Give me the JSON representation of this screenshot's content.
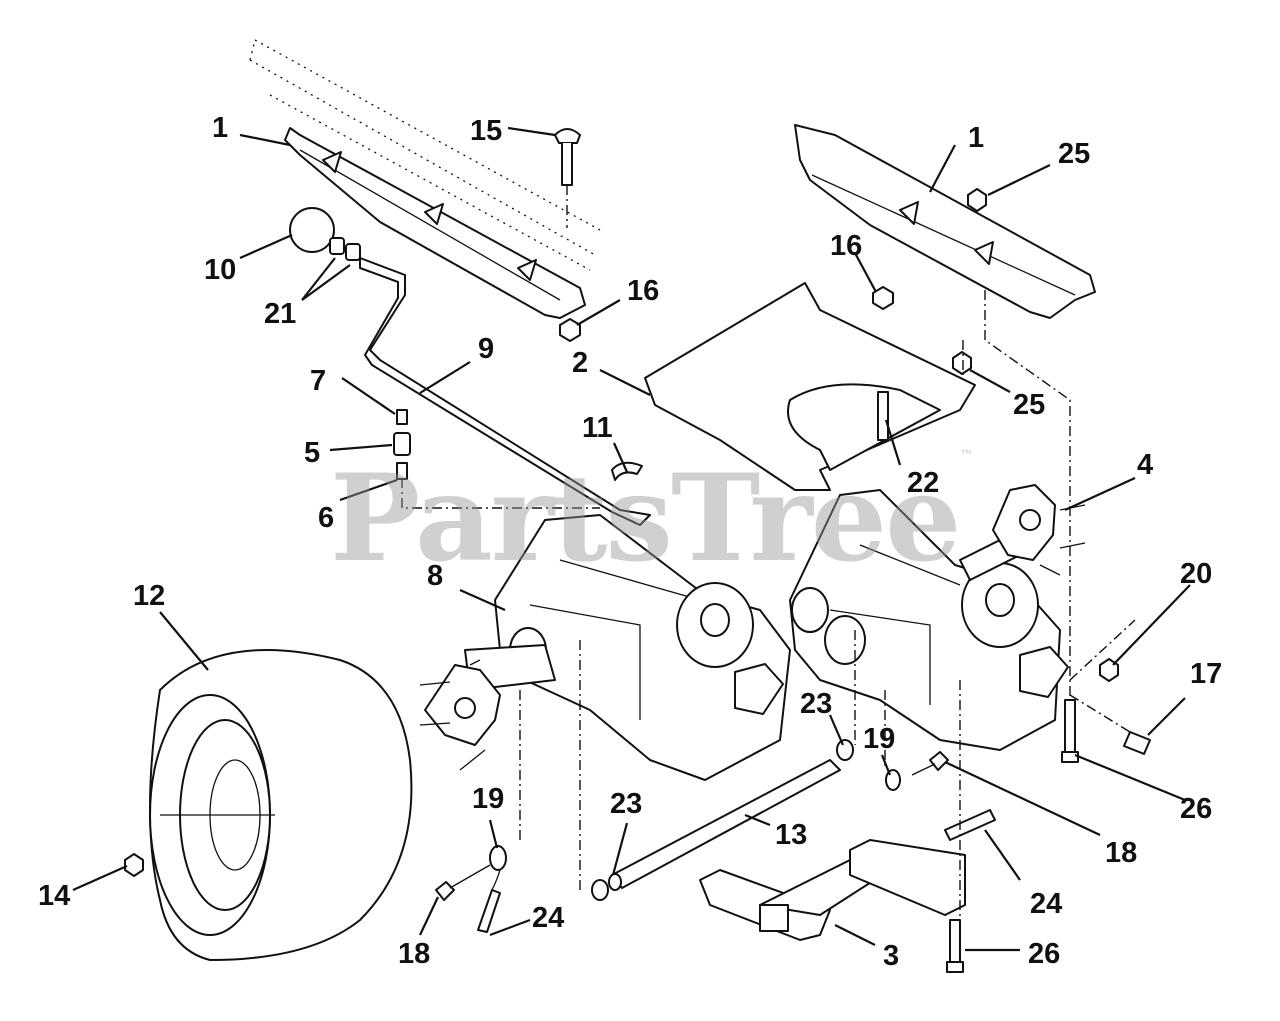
{
  "watermark": {
    "text": "PartsTree",
    "mark": "™"
  },
  "callouts": [
    {
      "id": "c1a",
      "label": "1"
    },
    {
      "id": "c1b",
      "label": "1"
    },
    {
      "id": "c2",
      "label": "2"
    },
    {
      "id": "c3",
      "label": "3"
    },
    {
      "id": "c4",
      "label": "4"
    },
    {
      "id": "c5",
      "label": "5"
    },
    {
      "id": "c6",
      "label": "6"
    },
    {
      "id": "c7",
      "label": "7"
    },
    {
      "id": "c8",
      "label": "8"
    },
    {
      "id": "c9",
      "label": "9"
    },
    {
      "id": "c10",
      "label": "10"
    },
    {
      "id": "c11",
      "label": "11"
    },
    {
      "id": "c12",
      "label": "12"
    },
    {
      "id": "c13",
      "label": "13"
    },
    {
      "id": "c14",
      "label": "14"
    },
    {
      "id": "c15",
      "label": "15"
    },
    {
      "id": "c16a",
      "label": "16"
    },
    {
      "id": "c16b",
      "label": "16"
    },
    {
      "id": "c17",
      "label": "17"
    },
    {
      "id": "c18a",
      "label": "18"
    },
    {
      "id": "c18b",
      "label": "18"
    },
    {
      "id": "c19a",
      "label": "19"
    },
    {
      "id": "c19b",
      "label": "19"
    },
    {
      "id": "c20",
      "label": "20"
    },
    {
      "id": "c21",
      "label": "21"
    },
    {
      "id": "c22",
      "label": "22"
    },
    {
      "id": "c23a",
      "label": "23"
    },
    {
      "id": "c23b",
      "label": "23"
    },
    {
      "id": "c24a",
      "label": "24"
    },
    {
      "id": "c24b",
      "label": "24"
    },
    {
      "id": "c25a",
      "label": "25"
    },
    {
      "id": "c25b",
      "label": "25"
    },
    {
      "id": "c26a",
      "label": "26"
    },
    {
      "id": "c26b",
      "label": "26"
    }
  ]
}
